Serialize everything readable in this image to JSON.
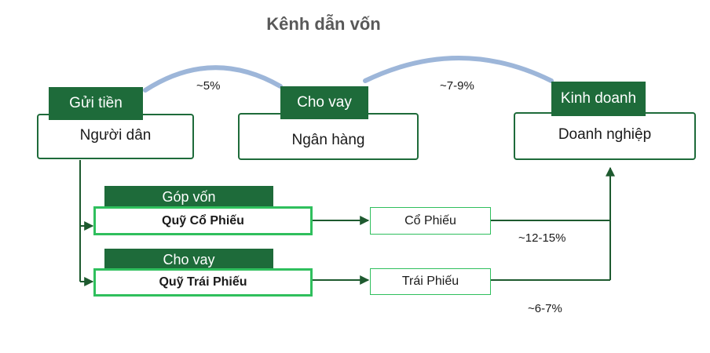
{
  "title": "Kênh dẫn vốn",
  "entities": {
    "people": "Người dân",
    "bank": "Ngân hàng",
    "business": "Doanh nghiệp"
  },
  "tags": {
    "deposit": "Gửi tiền",
    "lend_bank": "Cho vay",
    "operate": "Kinh doanh",
    "contribute": "Góp vốn",
    "lend_fund": "Cho vay"
  },
  "funds": {
    "stock_fund": "Quỹ Cổ Phiếu",
    "bond_fund": "Quỹ Trái Phiếu"
  },
  "assets": {
    "stocks": "Cổ Phiếu",
    "bonds": "Trái Phiếu"
  },
  "rates": {
    "deposit_rate": "~5%",
    "loan_rate": "~7-9%",
    "stock_return": "~12-15%",
    "bond_return": "~6-7%"
  },
  "colors": {
    "dark_green": "#1e6b3a",
    "bright_green": "#2fbf5d",
    "arc_blue": "#9db6d9",
    "title_gray": "#595959"
  }
}
